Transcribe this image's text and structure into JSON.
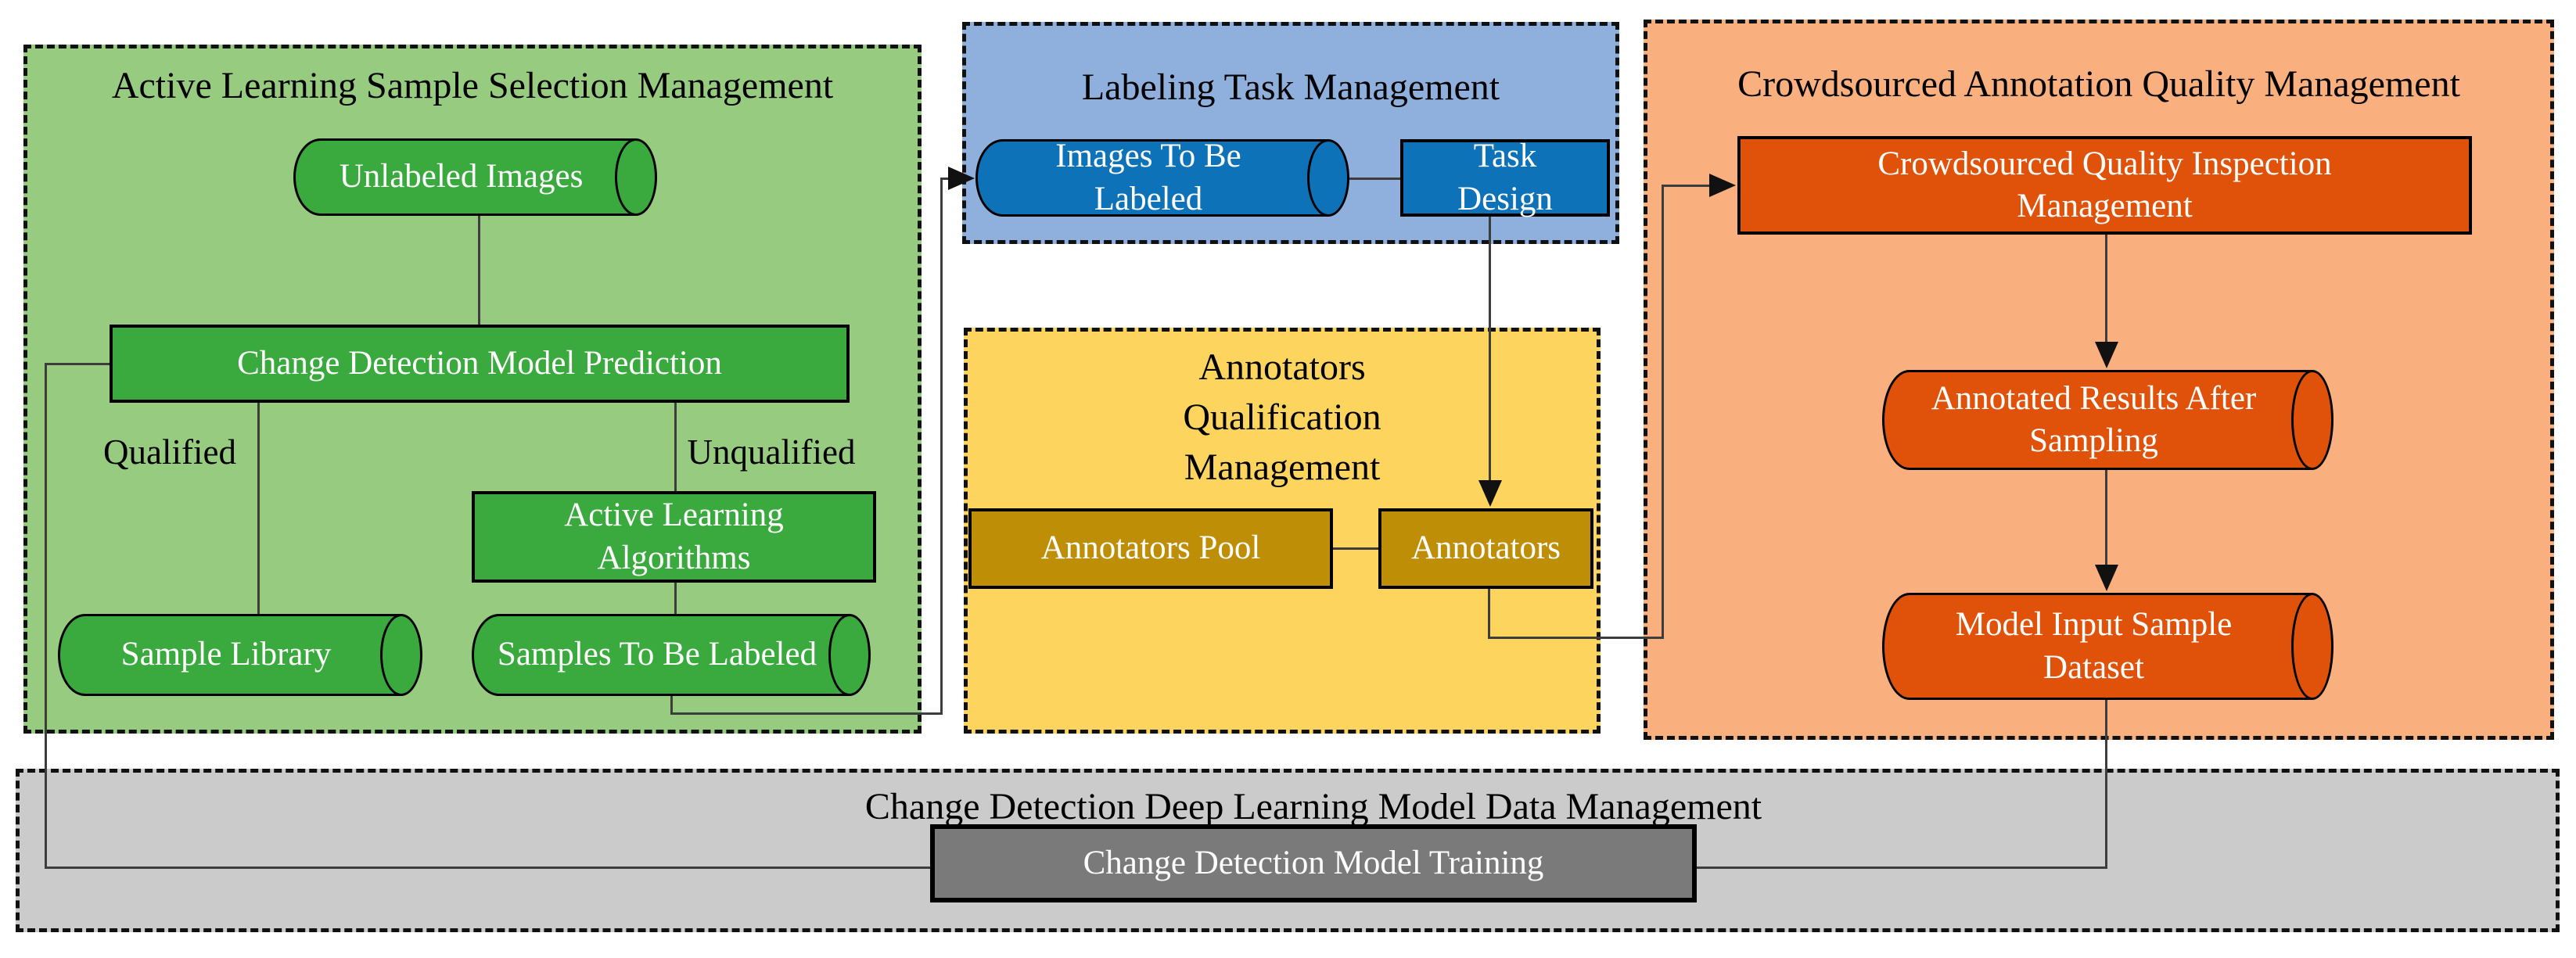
{
  "colors": {
    "green-bg": "#97CB80",
    "green-node": "#3AA93E",
    "blue-bg": "#8FAFDC",
    "blue-node": "#0E72B8",
    "yellow-bg": "#FCD45E",
    "yellow-node": "#BE8F06",
    "orange-bg": "#F9B07E",
    "orange-node": "#E0520A",
    "gray-bg": "#CBCBCB",
    "gray-node": "#7A7A7A",
    "line": "#3d3d3d",
    "ink": "#111111"
  },
  "panels": {
    "active_learning": {
      "title": "Active Learning Sample Selection Management"
    },
    "labeling_task": {
      "title": "Labeling Task Management"
    },
    "annotators_qualification": {
      "title": "Annotators\nQualification\nManagement"
    },
    "crowdsourced_quality": {
      "title": "Crowdsourced Annotation Quality Management"
    },
    "model_data": {
      "title": "Change Detection Deep Learning Model Data Management"
    }
  },
  "nodes": {
    "unlabeled_images": {
      "label": "Unlabeled Images",
      "shape": "cylinder"
    },
    "model_prediction": {
      "label": "Change Detection Model Prediction",
      "shape": "rect"
    },
    "active_learning_algorithms": {
      "label": "Active Learning\nAlgorithms",
      "shape": "rect"
    },
    "sample_library": {
      "label": "Sample Library",
      "shape": "cylinder"
    },
    "samples_to_be_labeled": {
      "label": "Samples To Be Labeled",
      "shape": "cylinder"
    },
    "images_to_be_labeled": {
      "label": "Images To Be\nLabeled",
      "shape": "cylinder"
    },
    "task_design": {
      "label": "Task\nDesign",
      "shape": "rect"
    },
    "annotators_pool": {
      "label": "Annotators Pool",
      "shape": "rect"
    },
    "annotators": {
      "label": "Annotators",
      "shape": "rect"
    },
    "quality_inspection": {
      "label": "Crowdsourced Quality Inspection\nManagement",
      "shape": "rect"
    },
    "annotated_results": {
      "label": "Annotated Results After\nSampling",
      "shape": "cylinder"
    },
    "model_input_dataset": {
      "label": "Model Input Sample\nDataset",
      "shape": "cylinder"
    },
    "model_training": {
      "label": "Change Detection Model Training",
      "shape": "rect"
    }
  },
  "edge_labels": {
    "qualified": "Qualified",
    "unqualified": "Unqualified"
  }
}
